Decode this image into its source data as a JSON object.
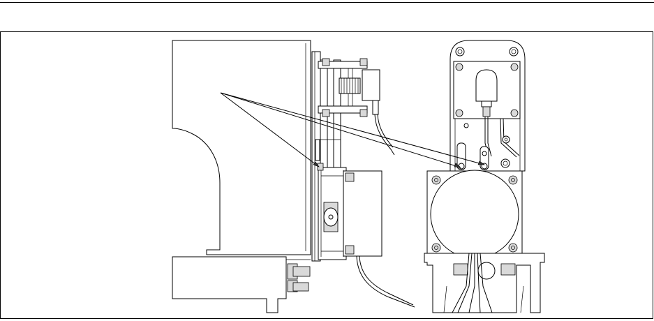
{
  "figure": {
    "type": "technical line drawing",
    "views": [
      "side-view",
      "front-view"
    ],
    "colors": {
      "line": "#000000",
      "background": "#ffffff",
      "fill": "#d9d9d9"
    }
  }
}
